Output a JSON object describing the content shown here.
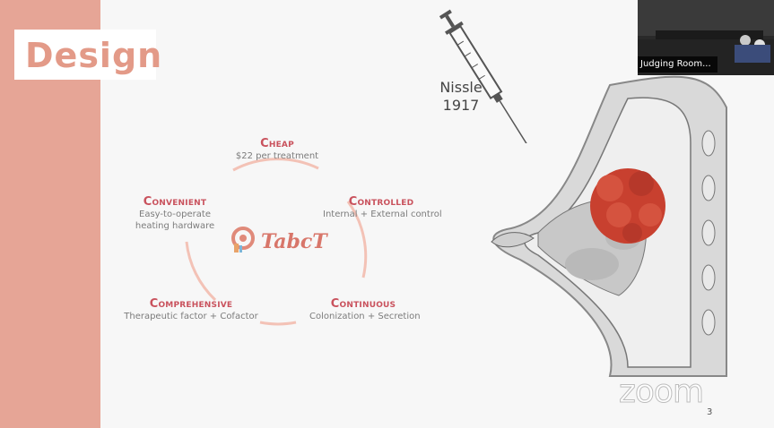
{
  "slide": {
    "title": "Design",
    "page_number": "3"
  },
  "cycle": {
    "nodes": [
      {
        "key": "cheap",
        "label": "Cheap",
        "sub": [
          "$22 per treatment"
        ]
      },
      {
        "key": "controlled",
        "label": "Controlled",
        "sub": [
          "Internal + External control"
        ]
      },
      {
        "key": "continuous",
        "label": "Continuous",
        "sub": [
          "Colonization + Secretion"
        ]
      },
      {
        "key": "comprehensive",
        "label": "Comprehensive",
        "sub": [
          "Therapeutic factor + Cofactor"
        ]
      },
      {
        "key": "convenient",
        "label": "Convenient",
        "sub": [
          "Easy-to-operate",
          "heating hardware"
        ]
      }
    ],
    "logo_text": "TabcT",
    "accent_color": "#c9525d",
    "ring_color": "#f3c2b6"
  },
  "illustration": {
    "syringe_label": [
      "Nissle",
      "1917"
    ],
    "tumor_color": "#c8402f"
  },
  "video_tile": {
    "caption": "Judging Room..."
  },
  "branding": {
    "zoom_watermark": "zoom"
  },
  "colors": {
    "side_band": "#e6a596",
    "title": "#e39a88",
    "slide_bg": "#f7f7f7"
  }
}
